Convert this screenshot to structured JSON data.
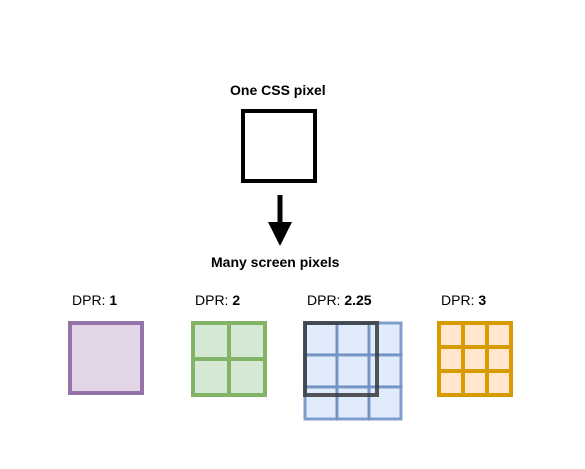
{
  "diagram": {
    "top_label": "One CSS pixel",
    "middle_label": "Many screen pixels",
    "dpr_items": [
      {
        "prefix": "DPR: ",
        "value": "1",
        "fill": "#e1d5e7",
        "stroke": "#9673a6"
      },
      {
        "prefix": "DPR: ",
        "value": "2",
        "fill": "#d5e8d4",
        "stroke": "#82b366"
      },
      {
        "prefix": "DPR: ",
        "value": "2.25",
        "fill": "#dae8fc",
        "stroke": "#6c8ebf",
        "overlay_stroke": "#36393d"
      },
      {
        "prefix": "DPR: ",
        "value": "3",
        "fill": "#ffe6cc",
        "stroke": "#d79b00"
      }
    ]
  }
}
